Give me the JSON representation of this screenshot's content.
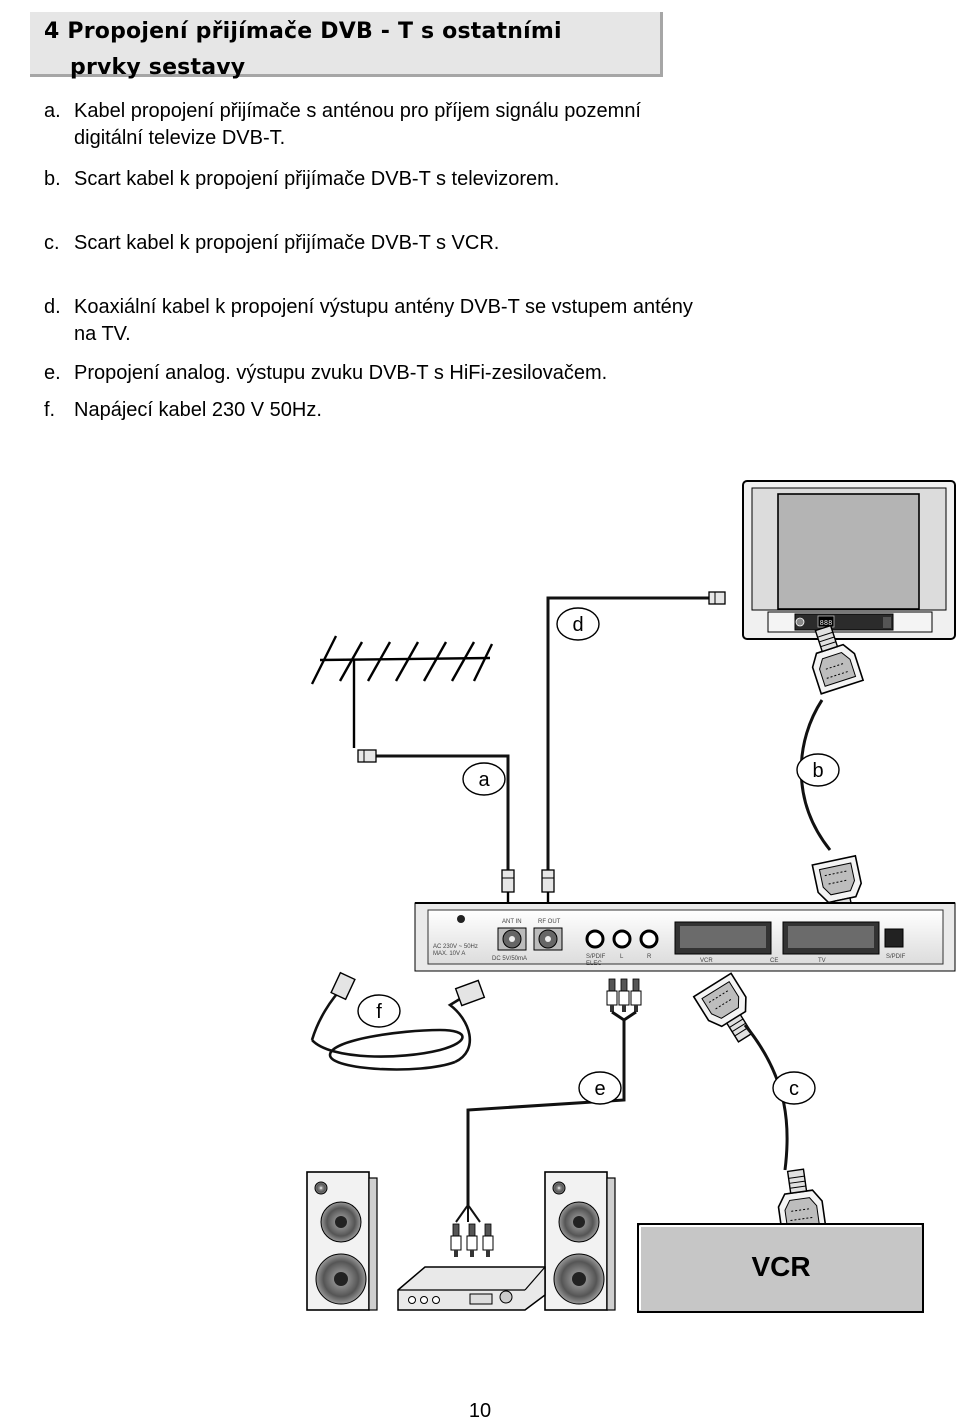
{
  "section": {
    "number": "4",
    "title_line1": "Propojení přijímače DVB - T s ostatními",
    "title_line2": "prvky sestavy"
  },
  "items": [
    {
      "marker": "a.",
      "text": "Kabel propojení přijímače s anténou pro příjem signálu pozemní digitální televize DVB-T."
    },
    {
      "marker": "b.",
      "text": "Scart kabel k propojení přijímače DVB-T s televizorem."
    },
    {
      "marker": "c.",
      "text": "Scart kabel k propojení přijímače DVB-T s VCR."
    },
    {
      "marker": "d.",
      "text": "Koaxiální kabel k propojení výstupu antény DVB-T se vstupem antény na TV."
    },
    {
      "marker": "e.",
      "text": "Propojení analog. výstupu zvuku DVB-T s HiFi-zesilovačem."
    },
    {
      "marker": "f.",
      "text": "Napájecí kabel 230 V  50Hz."
    }
  ],
  "diagram": {
    "labels": {
      "a": "a",
      "b": "b",
      "c": "c",
      "d": "d",
      "e": "e",
      "f": "f"
    },
    "vcr_label": "VCR",
    "tv_display": "888",
    "receiver_panel": {
      "power": "AC 230V ~ 50Hz\nMAX. 10V A",
      "ant_in": "ANT IN",
      "rf_out": "RF OUT",
      "coax": "DC 5V/50mA",
      "spdif": "S/PDIF\nELEC",
      "audio_l": "L",
      "audio_r": "R",
      "scart_vcr": "VCR",
      "ce": "CE",
      "scart_tv": "TV",
      "optical": "S/PDIF"
    }
  },
  "page": {
    "number": "10"
  }
}
